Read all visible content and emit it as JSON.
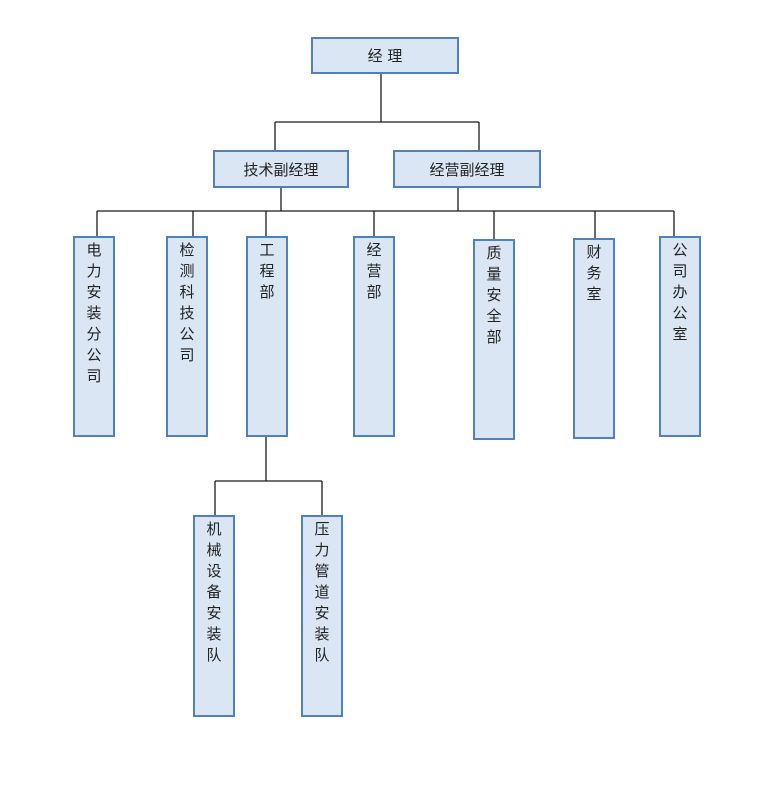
{
  "manager": "经 理",
  "deputies": {
    "technical": "技术副经理",
    "business": "经营副经理"
  },
  "departments": [
    "电力安装分公司",
    "检测科技公司",
    "工程部",
    "经营部",
    "质量安全部",
    "财务室",
    "公司办公室"
  ],
  "teams": [
    "机械设备安装队",
    "压力管道安装队"
  ]
}
